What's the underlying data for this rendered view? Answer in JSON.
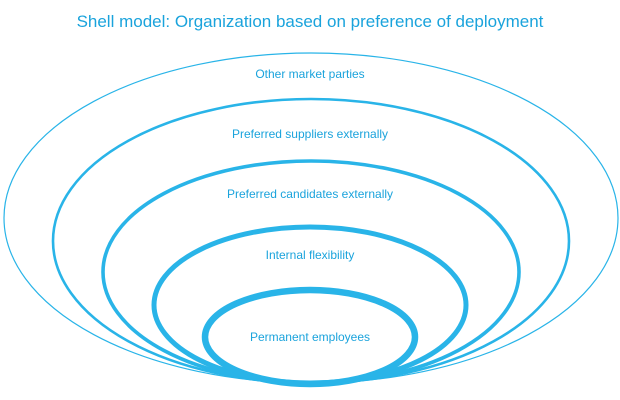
{
  "title": "Shell model: Organization based on preference of deployment",
  "colors": {
    "accent": "#29b4e8",
    "text": "#1aa3dc",
    "background": "#ffffff"
  },
  "shells": [
    {
      "label": "Other market parties"
    },
    {
      "label": "Preferred suppliers externally"
    },
    {
      "label": "Preferred candidates externally"
    },
    {
      "label": "Internal flexibility"
    },
    {
      "label": "Permanent employees"
    }
  ]
}
